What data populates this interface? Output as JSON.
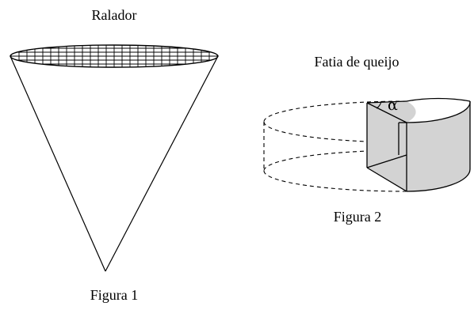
{
  "figure1": {
    "top_label": "Ralador",
    "caption": "Figura 1"
  },
  "figure2": {
    "top_label": "Fatia de queijo",
    "angle_symbol": "α",
    "caption": "Figura 2"
  },
  "colors": {
    "stroke": "#000000",
    "slice_fill": "#d3d3d3",
    "background": "#ffffff"
  }
}
